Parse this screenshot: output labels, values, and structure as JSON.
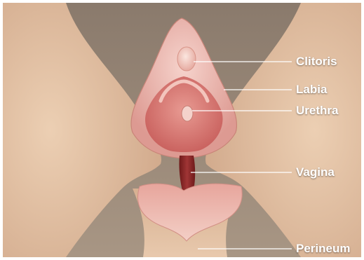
{
  "labels": {
    "clitoris": "Clitoris",
    "labia": "Labia",
    "urethra": "Urethra",
    "vagina": "Vagina",
    "perineum": "Perineum"
  },
  "colors": {
    "background": "#9a8a7c",
    "skin": "#e3c2a3",
    "skin_shadow": "#c9a183",
    "outer_tissue": "#f0c3bb",
    "inner_tissue": "#d5706c",
    "canal": "#8b2424",
    "leader_line": "#ffffff"
  }
}
